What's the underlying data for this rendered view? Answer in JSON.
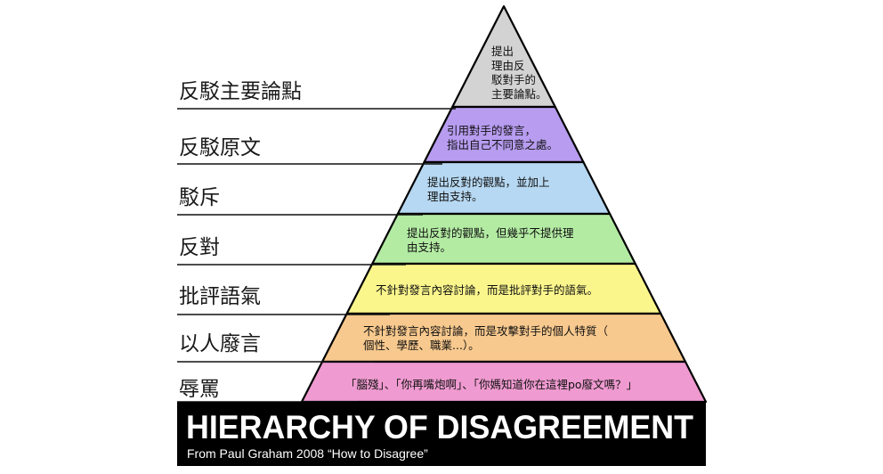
{
  "levels": [
    {
      "name": "反駁主要論點",
      "desc": [
        "提出",
        "理由反",
        "駁對手的",
        "主要論點。"
      ],
      "color": "#d3d3d3"
    },
    {
      "name": "反駁原文",
      "desc": [
        "引用對手的發言，",
        "指出自己不同意之處。"
      ],
      "color": "#b79cf0"
    },
    {
      "name": "駁斥",
      "desc": [
        "提出反對的觀點，並加上",
        "理由支持。"
      ],
      "color": "#b6d8f2"
    },
    {
      "name": "反對",
      "desc": [
        "提出反對的觀點，但幾乎不提供理",
        "由支持。"
      ],
      "color": "#b3eba3"
    },
    {
      "name": "批評語氣",
      "desc": [
        "不針對發言內容討論，而是批評對手的語氣。"
      ],
      "color": "#fbf68c"
    },
    {
      "name": "以人廢言",
      "desc": [
        "不針對發言內容討論，而是攻擊對手的個人特質（",
        "個性、學歷、職業...）。"
      ],
      "color": "#f8c98e"
    },
    {
      "name": "辱罵",
      "desc": [
        "「腦殘」、「你再嘴炮啊」、「你媽知道你在這裡po廢文嗎？」"
      ],
      "color": "#ef9ad0"
    }
  ],
  "banner": {
    "title": "HIERARCHY OF DISAGREEMENT",
    "subtitle": "From Paul Graham 2008 “How to Disagree”"
  }
}
